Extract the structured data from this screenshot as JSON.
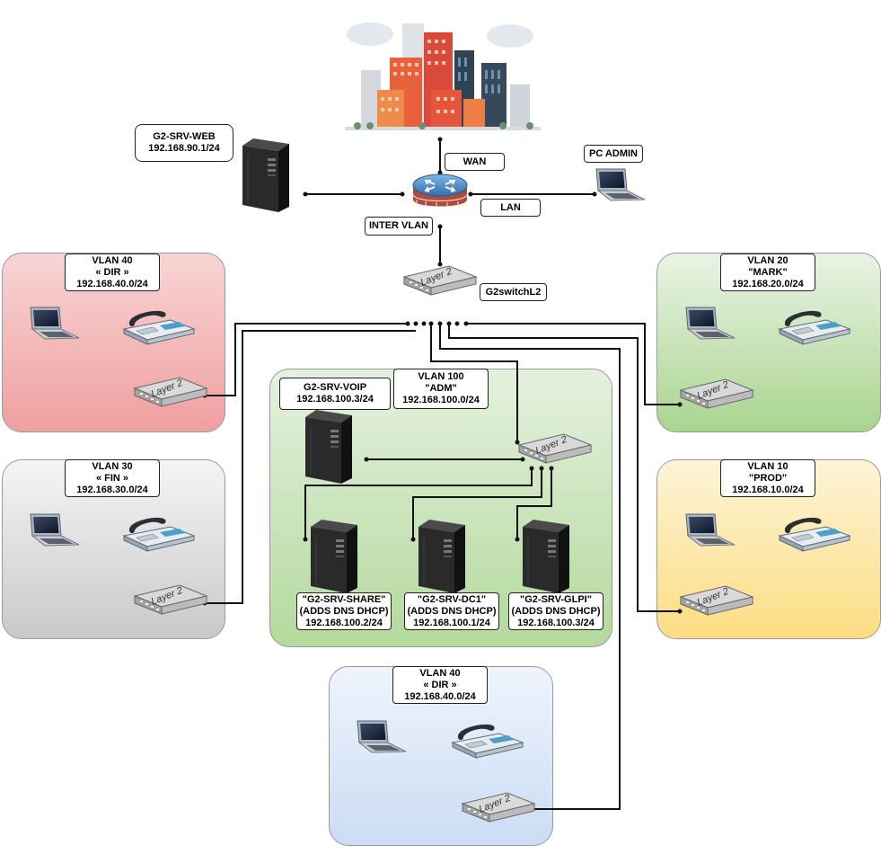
{
  "internet": {
    "icon": "city-skyline-icon"
  },
  "router": {
    "icon": "router-icon",
    "wan_label": "WAN",
    "lan_label": "LAN",
    "inter_vlan_label": "INTER VLAN"
  },
  "web_server": {
    "name": "G2-SRV-WEB",
    "ip": "192.168.90.1/24",
    "icon": "server-tower-icon"
  },
  "pc_admin": {
    "label": "PC ADMIN",
    "icon": "laptop-icon"
  },
  "core_switch": {
    "name": "G2switchL2",
    "face_text": "Layer 2",
    "icon": "switch-icon"
  },
  "vlans": {
    "dir_top": {
      "line1": "VLAN 40",
      "line2": "« DIR »",
      "line3": "192.168.40.0/24",
      "color": "#f4b6b6"
    },
    "mark": {
      "line1": "VLAN 20",
      "line2": "\"MARK\"",
      "line3": "192.168.20.0/24",
      "color": "#cfe8c4"
    },
    "fin": {
      "line1": "VLAN 30",
      "line2": "« FIN »",
      "line3": "192.168.30.0/24",
      "color": "#e0e0e0"
    },
    "prod": {
      "line1": "VLAN 10",
      "line2": "\"PROD\"",
      "line3": "192.168.10.0/24",
      "color": "#fde9a9"
    },
    "adm": {
      "line1": "VLAN 100",
      "line2": "\"ADM\"",
      "line3": "192.168.100.0/24",
      "color": "#cfe8c4"
    },
    "dir_bottom": {
      "line1": "VLAN 40",
      "line2": "« DIR »",
      "line3": "192.168.40.0/24",
      "color": "#dbe8f8"
    }
  },
  "servers": {
    "voip": {
      "line1": "G2-SRV-VOIP",
      "line2": "192.168.100.3/24"
    },
    "share": {
      "line1": "\"G2-SRV-SHARE\"",
      "line2": "(ADDS DNS DHCP)",
      "line3": "192.168.100.2/24"
    },
    "dc1": {
      "line1": "\"G2-SRV-DC1\"",
      "line2": "(ADDS DNS DHCP)",
      "line3": "192.168.100.1/24"
    },
    "glpi": {
      "line1": "\"G2-SRV-GLPI\"",
      "line2": "(ADDS DNS DHCP)",
      "line3": "192.168.100.3/24"
    }
  },
  "device_text": {
    "switch_face": "Layer 2"
  },
  "colors": {
    "line": "#111111",
    "switch_body": "#c8c8c8",
    "server_body": "#1e1e1e"
  }
}
